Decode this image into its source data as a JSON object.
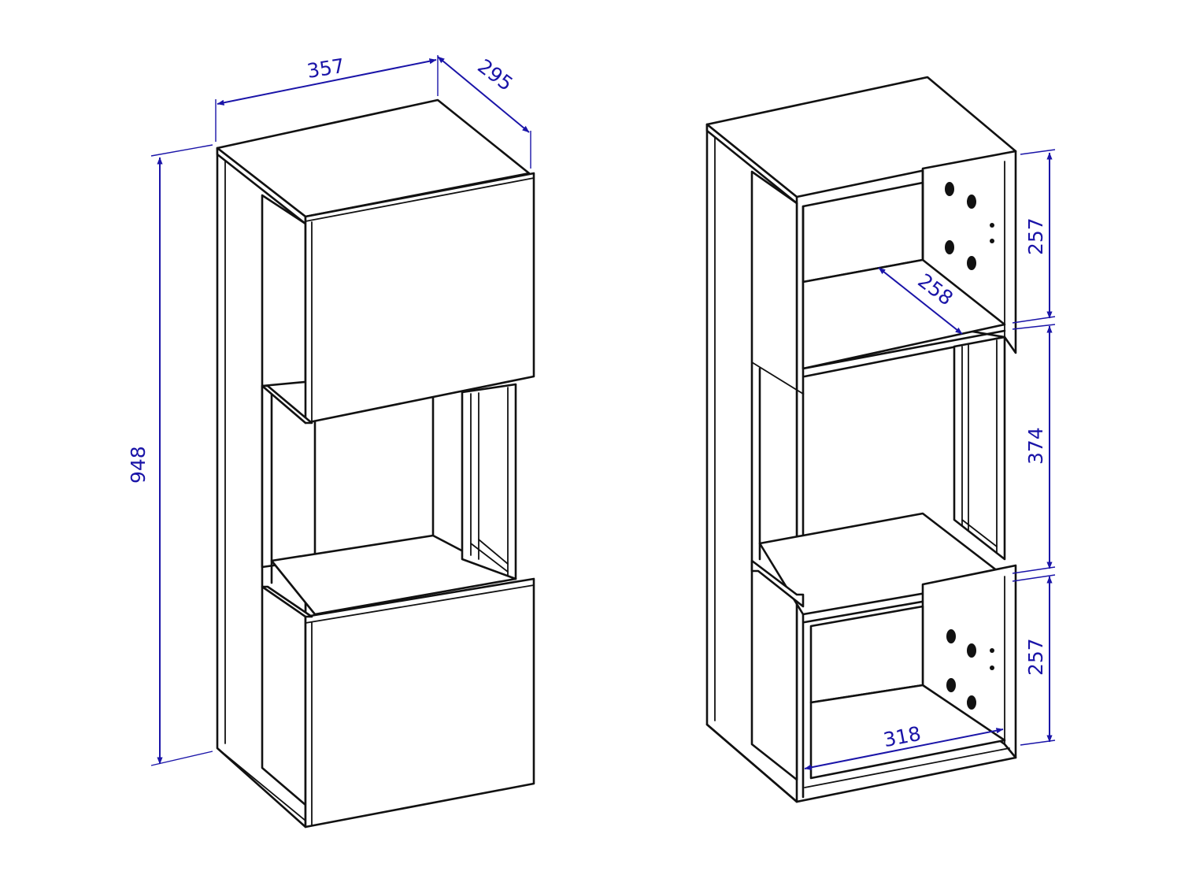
{
  "colors": {
    "line": "#111111",
    "dimension": "#1a14a8",
    "background": "#ffffff"
  },
  "left_view": {
    "dimensions": {
      "width": "357",
      "depth": "295",
      "height": "948"
    }
  },
  "right_view": {
    "dimensions": {
      "top_compartment_height": "257",
      "inner_shelf_depth": "258",
      "middle_compartment_height": "374",
      "bottom_compartment_height": "257",
      "inner_width": "318"
    }
  }
}
